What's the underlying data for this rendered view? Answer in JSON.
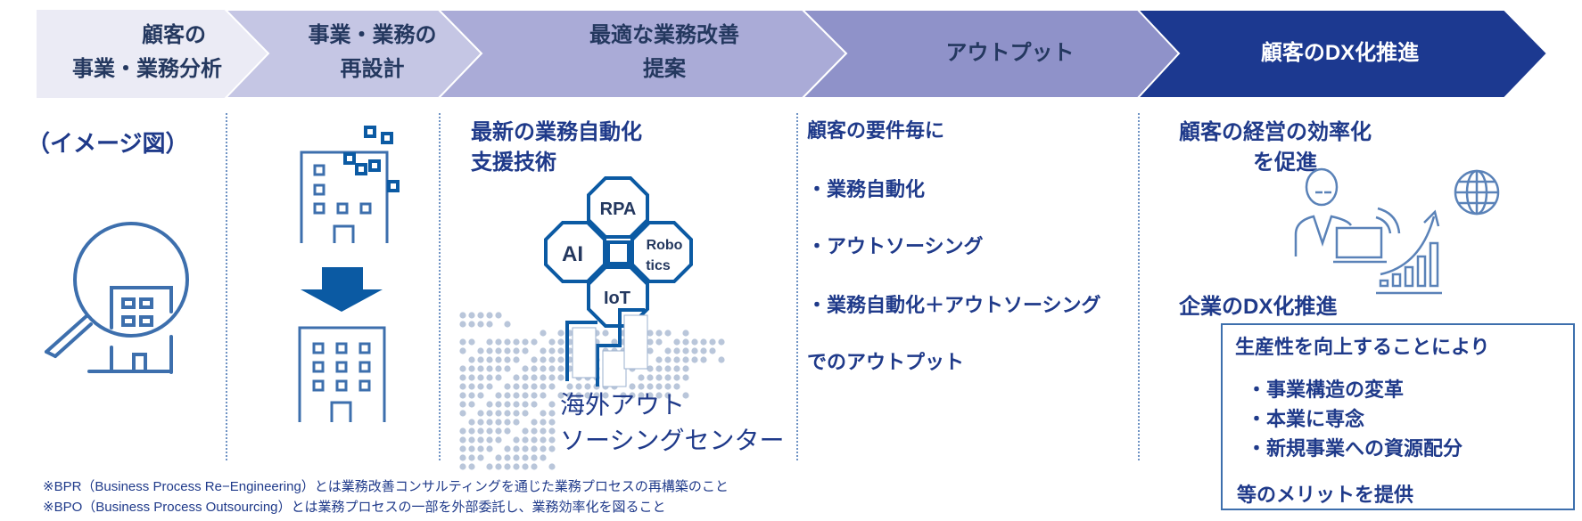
{
  "header": {
    "steps": [
      {
        "lines": [
          "顧客の",
          "事業・業務分析"
        ],
        "color": "#ebebf5"
      },
      {
        "lines": [
          "事業・業務の",
          "再設計"
        ],
        "color": "#c5c6e4"
      },
      {
        "lines": [
          "最適な業務改善",
          "提案"
        ],
        "color": "#aaabd7"
      },
      {
        "lines": [
          "アウトプット"
        ],
        "color": "#8f92c9"
      },
      {
        "lines": [
          "顧客のDX化推進"
        ],
        "color": "#1c3990"
      }
    ]
  },
  "col1": {
    "caption": "（イメージ図）",
    "icon": "magnifier-building-icon"
  },
  "col2": {
    "icons": [
      "building-scattered-icon",
      "down-arrow-icon",
      "building-organized-icon"
    ]
  },
  "col3": {
    "lines": [
      "最新の業務自動化",
      "支援技術"
    ],
    "tech": [
      "RPA",
      "AI",
      "Robo",
      "tics",
      "IoT"
    ],
    "center_lines": [
      "海外アウト",
      "ソーシングセンター"
    ]
  },
  "col4": {
    "lines": [
      "顧客の要件毎に",
      "・業務自動化",
      "・アウトソーシング",
      "・業務自動化＋アウトソーシング",
      "でのアウトプット"
    ]
  },
  "col5": {
    "lines": [
      "顧客の経営の効率化",
      "を促進"
    ],
    "subtitle": "企業のDX化推進",
    "box": {
      "intro": "生産性を向上することにより",
      "bullets": [
        "・事業構造の変革",
        "・本業に専念",
        "・新規事業への資源配分"
      ],
      "outro": "等のメリットを提供"
    }
  },
  "footnotes": [
    "※BPR（Business Process Re−Engineering）とは業務改善コンサルティングを通じた業務プロセスの再構築のこと",
    "※BPO（Business Process Outsourcing）とは業務プロセスの一部を外部委託し、業務効率化を図ること"
  ],
  "colors": {
    "accent": "#1f3a8a",
    "icon": "#3d6fad",
    "arrow": "#0b5aa3",
    "map": "#b9c6da"
  }
}
